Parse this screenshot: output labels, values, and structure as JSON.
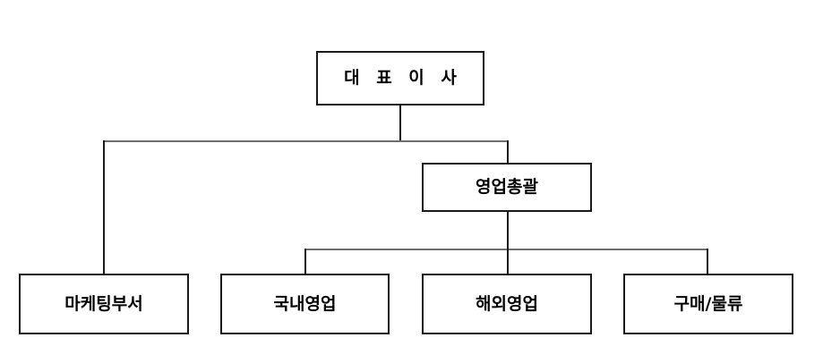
{
  "chart_data": {
    "type": "diagram",
    "title": "",
    "diagram_kind": "organization-chart",
    "orientation": "top-down",
    "levels": 3,
    "nodes": [
      {
        "id": "ceo",
        "label": "대 표 이 사",
        "level": 1
      },
      {
        "id": "sales_head",
        "label": "영업총괄",
        "level": 2
      },
      {
        "id": "marketing",
        "label": "마케팅부서",
        "level": 3
      },
      {
        "id": "domestic",
        "label": "국내영업",
        "level": 3
      },
      {
        "id": "overseas",
        "label": "해외영업",
        "level": 3
      },
      {
        "id": "purchasing",
        "label": "구매/물류",
        "level": 3
      }
    ],
    "edges": [
      {
        "from": "ceo",
        "to": "marketing"
      },
      {
        "from": "ceo",
        "to": "sales_head"
      },
      {
        "from": "sales_head",
        "to": "domestic"
      },
      {
        "from": "sales_head",
        "to": "overseas"
      },
      {
        "from": "sales_head",
        "to": "purchasing"
      }
    ],
    "colors": {
      "background": "#ffffff",
      "box_border": "#1a1a1a",
      "box_fill": "#ffffff",
      "text": "#000000",
      "connector_vertical": "#1a1a1a",
      "connector_horizontal": "#6e6e6e"
    }
  },
  "nodes": {
    "ceo": {
      "label": "대 표 이 사"
    },
    "sales_head": {
      "label": "영업총괄"
    },
    "marketing": {
      "label": "마케팅부서"
    },
    "domestic": {
      "label": "국내영업"
    },
    "overseas": {
      "label": "해외영업"
    },
    "purchasing": {
      "label": "구매/물류"
    }
  }
}
